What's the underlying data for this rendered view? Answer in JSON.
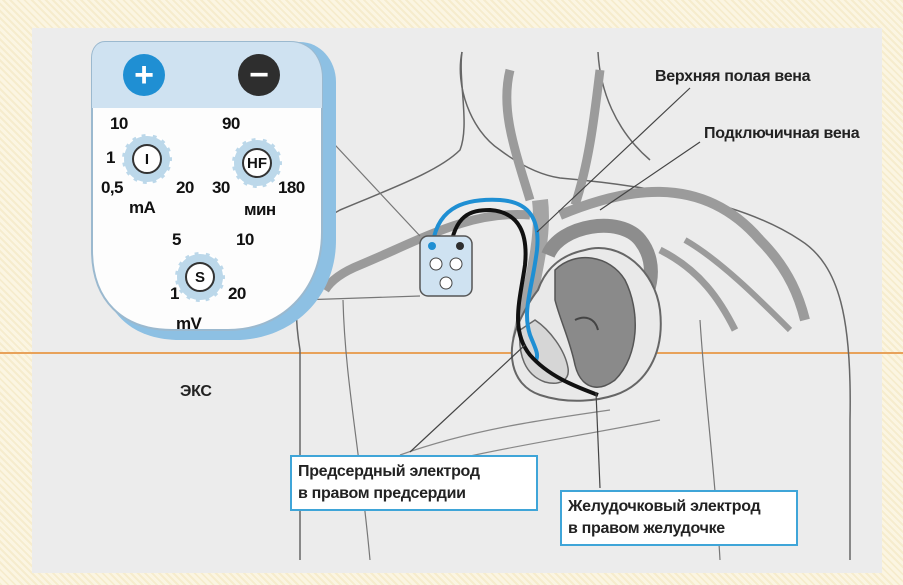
{
  "device": {
    "buttons": {
      "plus": "+",
      "minus": "−"
    },
    "dial_current": {
      "symbol": "I",
      "top": "10",
      "left": "1",
      "bottom_left": "0,5",
      "bottom_right": "20",
      "unit": "mA"
    },
    "dial_rate": {
      "symbol": "HF",
      "top": "90",
      "bottom_left": "30",
      "bottom_right": "180",
      "unit": "мин"
    },
    "dial_sensitivity": {
      "symbol": "S",
      "top_left": "5",
      "top_right": "10",
      "bottom_left": "1",
      "bottom_right": "20",
      "unit": "mV"
    },
    "caption": "ЭКС"
  },
  "labels": {
    "superior_vena_cava": "Верхняя полая вена",
    "subclavian_vein": "Подключичная вена"
  },
  "callouts": {
    "atrial": {
      "line1": "Предсердный электрод",
      "line2": "в правом предсердии"
    },
    "ventricular": {
      "line1": "Желудочковый электрод",
      "line2": "в правом желудочке"
    }
  },
  "colors": {
    "lead_blue": "#1f8fd3",
    "lead_black": "#111111",
    "device_body": "#cfe2f1",
    "callout_border": "#3fa5d8"
  }
}
